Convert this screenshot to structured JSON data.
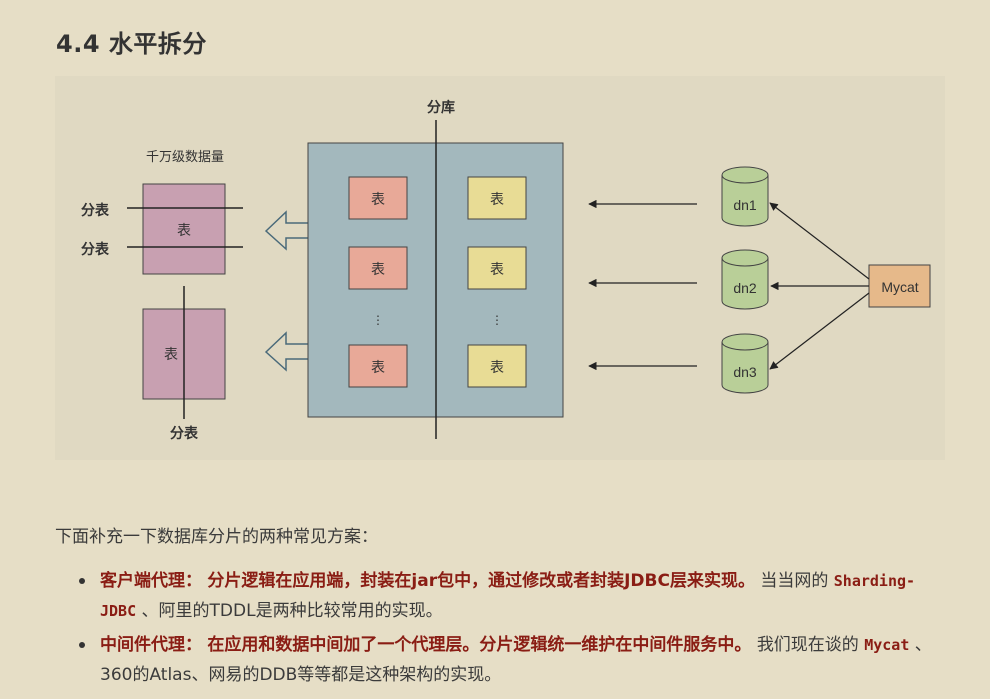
{
  "heading": "4.4 水平拆分",
  "figure": {
    "shard_db_label": "分库",
    "table_group_label": "千万级数据量",
    "split_table_label": "分表",
    "table_label": "表",
    "ellipsis": "⋮",
    "nodes": [
      "dn1",
      "dn2",
      "dn3"
    ],
    "middleware": "Mycat",
    "colors": {
      "db_box": "#a3b8bd",
      "table_red": "#e8a998",
      "table_yellow": "#e8dc95",
      "table_purple": "#c8a0b1",
      "cylinder": "#b9cf98",
      "mycat": "#e6b98a"
    }
  },
  "intro": "下面补充一下数据库分片的两种常见方案：",
  "bullets": [
    {
      "title": "客户端代理：",
      "strong": "分片逻辑在应用端，封装在jar包中，通过修改或者封装JDBC层来实现。",
      "text_before": "当当网的",
      "code": "Sharding-JDBC",
      "text_after": "、阿里的TDDL是两种比较常用的实现。"
    },
    {
      "title": "中间件代理：",
      "strong": "在应用和数据中间加了一个代理层。分片逻辑统一维护在中间件服务中。",
      "text_before": "我们现在谈的",
      "code": "Mycat",
      "text_after": "、360的Atlas、网易的DDB等等都是这种架构的实现。"
    }
  ]
}
